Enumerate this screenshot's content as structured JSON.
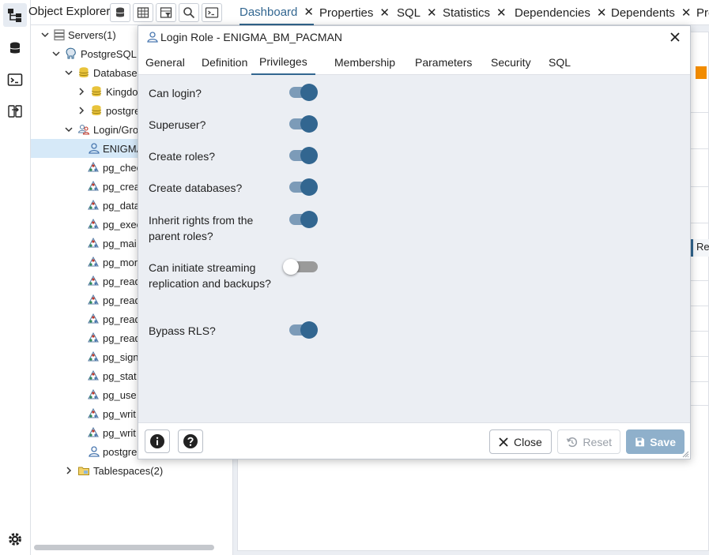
{
  "explorer": {
    "title": "Object Explorer",
    "tree": [
      {
        "label": "Servers",
        "count": "(1)"
      },
      {
        "label": "PostgreSQL"
      },
      {
        "label": "Database"
      },
      {
        "label": "Kingdo"
      },
      {
        "label": "postgre"
      },
      {
        "label": "Login/Gro"
      },
      {
        "label": "ENIGMA"
      },
      {
        "label": "pg_chec"
      },
      {
        "label": "pg_crea"
      },
      {
        "label": "pg_data"
      },
      {
        "label": "pg_exec"
      },
      {
        "label": "pg_mai"
      },
      {
        "label": "pg_mon"
      },
      {
        "label": "pg_read"
      },
      {
        "label": "pg_read"
      },
      {
        "label": "pg_read"
      },
      {
        "label": "pg_read"
      },
      {
        "label": "pg_sign"
      },
      {
        "label": "pg_stat"
      },
      {
        "label": "pg_use"
      },
      {
        "label": "pg_writ"
      },
      {
        "label": "pg_writ"
      },
      {
        "label": "postgre"
      },
      {
        "label": "Tablespaces",
        "count": "(2)"
      }
    ]
  },
  "tabs": [
    {
      "label": "Dashboard"
    },
    {
      "label": "Properties"
    },
    {
      "label": "SQL"
    },
    {
      "label": "Statistics"
    },
    {
      "label": "Dependencies"
    },
    {
      "label": "Dependents"
    },
    {
      "label": "Pro"
    }
  ],
  "background": {
    "partial_label": "Re"
  },
  "dialog": {
    "title": "Login Role - ENIGMA_BM_PACMAN",
    "tabs": [
      {
        "label": "General"
      },
      {
        "label": "Definition"
      },
      {
        "label": "Privileges"
      },
      {
        "label": "Membership"
      },
      {
        "label": "Parameters"
      },
      {
        "label": "Security"
      },
      {
        "label": "SQL"
      }
    ],
    "active_tab": "Privileges",
    "fields": [
      {
        "label": "Can login?",
        "on": true
      },
      {
        "label": "Superuser?",
        "on": true
      },
      {
        "label": "Create roles?",
        "on": true
      },
      {
        "label": "Create databases?",
        "on": true
      },
      {
        "label": "Inherit rights from the parent roles?",
        "on": true
      },
      {
        "label": "Can initiate streaming replication and backups?",
        "on": false
      },
      {
        "label": "Bypass RLS?",
        "on": true
      }
    ],
    "buttons": {
      "close": "Close",
      "reset": "Reset",
      "save": "Save"
    }
  },
  "colors": {
    "accent": "#326690",
    "switch_track_on": "#7c9bb8",
    "switch_off": "#9a9a9a",
    "save_disabled": "#8fb0cb",
    "selection": "#d6e9f8"
  }
}
